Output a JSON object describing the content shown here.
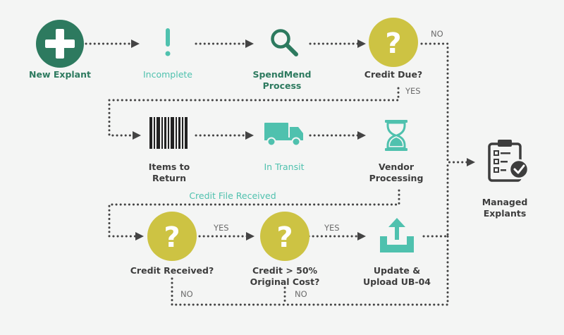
{
  "nodes": {
    "new_explant": "New Explant",
    "incomplete": "Incomplete",
    "spendmend": [
      "SpendMend",
      "Process"
    ],
    "credit_due": "Credit Due?",
    "items_to_return": [
      "Items to",
      "Return"
    ],
    "in_transit": "In Transit",
    "vendor_processing": [
      "Vendor",
      "Processing"
    ],
    "credit_received": "Credit Received?",
    "credit_50": [
      "Credit > 50%",
      "Original Cost?"
    ],
    "update_upload": [
      "Update &",
      "Upload UB-04"
    ],
    "managed_explants": [
      "Managed",
      "Explants"
    ]
  },
  "edge_labels": {
    "no_top": "NO",
    "yes_credit_due": "YES",
    "credit_file_received": "Credit File Received",
    "yes_received": "YES",
    "yes_50": "YES",
    "no_received": "NO",
    "no_50": "NO"
  },
  "glyphs": {
    "question": "?",
    "exclamation": "!"
  },
  "colors": {
    "background": "#f4f5f4",
    "green_dark": "#2d7a5f",
    "teal": "#4fc1ae",
    "mustard": "#cdc343",
    "dark_gray": "#3d3d3d",
    "dots": "#444444"
  },
  "icons": {
    "new_explant": "plus-circle-icon",
    "incomplete": "exclamation-icon",
    "spendmend": "magnifier-icon",
    "credit_due": "question-circle-icon",
    "items_to_return": "barcode-icon",
    "in_transit": "truck-icon",
    "vendor_processing": "hourglass-icon",
    "credit_received": "question-circle-icon",
    "credit_50": "question-circle-icon",
    "update_upload": "upload-tray-icon",
    "managed_explants": "clipboard-check-icon"
  }
}
